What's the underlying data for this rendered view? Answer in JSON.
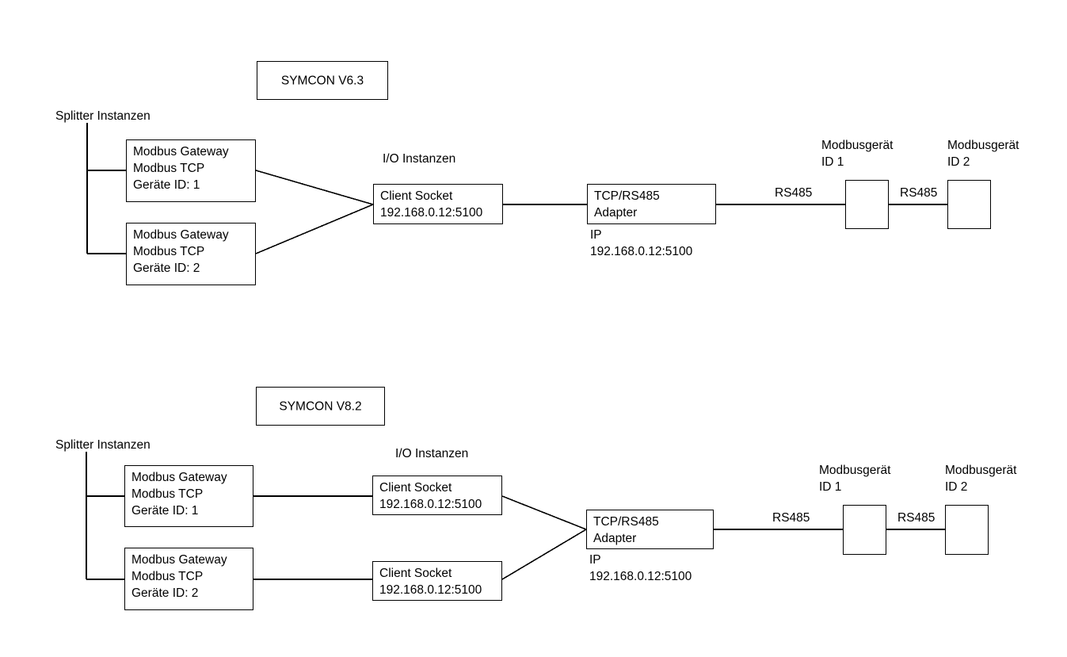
{
  "diagram": {
    "title_top": "SYMCON V6.3",
    "title_bottom": "SYMCON V8.2",
    "labels": {
      "splitter": "Splitter Instanzen",
      "io": "I/O Instanzen",
      "rs485": "RS485",
      "ip": "IP",
      "ip_value": "192.168.0.12:5100",
      "device1_l1": "Modbusgerät",
      "device1_l2": "ID 1",
      "device2_l1": "Modbusgerät",
      "device2_l2": "ID 2"
    },
    "top": {
      "version_box": "SYMCON V6.3",
      "splitter_label": "Splitter Instanzen",
      "io_label": "I/O Instanzen",
      "gateway1": {
        "l1": "Modbus Gateway",
        "l2": "Modbus TCP",
        "l3": "Geräte ID: 1"
      },
      "gateway2": {
        "l1": "Modbus Gateway",
        "l2": "Modbus TCP",
        "l3": "Geräte ID: 2"
      },
      "socket1": {
        "l1": "Client Socket",
        "l2": "192.168.0.12:5100"
      },
      "adapter": {
        "l1": "TCP/RS485",
        "l2": "Adapter"
      },
      "adapter_ip": {
        "l1": "IP",
        "l2": "192.168.0.12:5100"
      },
      "rs485_a": "RS485",
      "rs485_b": "RS485",
      "device1": {
        "l1": "Modbusgerät",
        "l2": "ID 1"
      },
      "device2": {
        "l1": "Modbusgerät",
        "l2": "ID 2"
      }
    },
    "bottom": {
      "version_box": "SYMCON V8.2",
      "splitter_label": "Splitter Instanzen",
      "io_label": "I/O Instanzen",
      "gateway1": {
        "l1": "Modbus Gateway",
        "l2": "Modbus TCP",
        "l3": "Geräte ID: 1"
      },
      "gateway2": {
        "l1": "Modbus Gateway",
        "l2": "Modbus TCP",
        "l3": "Geräte ID: 2"
      },
      "socket1": {
        "l1": "Client Socket",
        "l2": "192.168.0.12:5100"
      },
      "socket2": {
        "l1": "Client Socket",
        "l2": "192.168.0.12:5100"
      },
      "adapter": {
        "l1": "TCP/RS485",
        "l2": "Adapter"
      },
      "adapter_ip": {
        "l1": "IP",
        "l2": "192.168.0.12:5100"
      },
      "rs485_a": "RS485",
      "rs485_b": "RS485",
      "device1": {
        "l1": "Modbusgerät",
        "l2": "ID 1"
      },
      "device2": {
        "l1": "Modbusgerät",
        "l2": "ID 2"
      }
    },
    "colors": {
      "stroke": "#000000",
      "background": "#ffffff",
      "text": "#000000"
    }
  }
}
